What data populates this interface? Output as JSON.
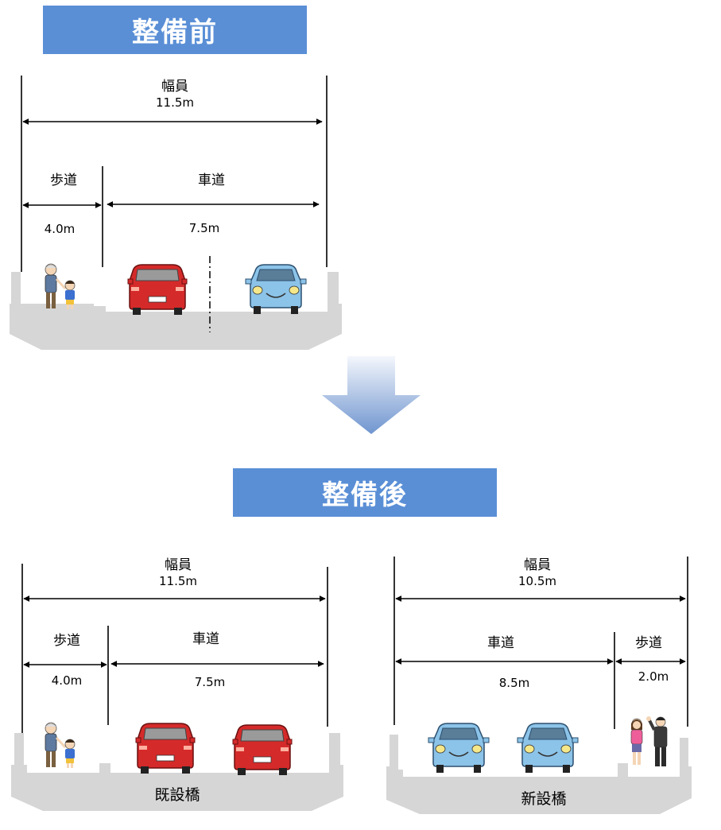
{
  "before": {
    "title": "整備前",
    "width_label": "幅員",
    "width_value": "11.5m",
    "sidewalk_label": "歩道",
    "sidewalk_value": "4.0m",
    "roadway_label": "車道",
    "roadway_value": "7.5m"
  },
  "after": {
    "title": "整備後",
    "existing": {
      "width_label": "幅員",
      "width_value": "11.5m",
      "sidewalk_label": "歩道",
      "sidewalk_value": "4.0m",
      "roadway_label": "車道",
      "roadway_value": "7.5m",
      "bridge_name": "既設橋"
    },
    "new": {
      "width_label": "幅員",
      "width_value": "10.5m",
      "roadway_label": "車道",
      "roadway_value": "8.5m",
      "sidewalk_label": "歩道",
      "sidewalk_value": "2.0m",
      "bridge_name": "新設橋"
    }
  },
  "colors": {
    "banner": "#5a8fd6",
    "deck": "#d6d6d6",
    "red_car": "#d52a2a",
    "blue_car": "#8cc3e8",
    "arrow_top": "#f4f7fc",
    "arrow_bottom": "#6f95cf"
  }
}
